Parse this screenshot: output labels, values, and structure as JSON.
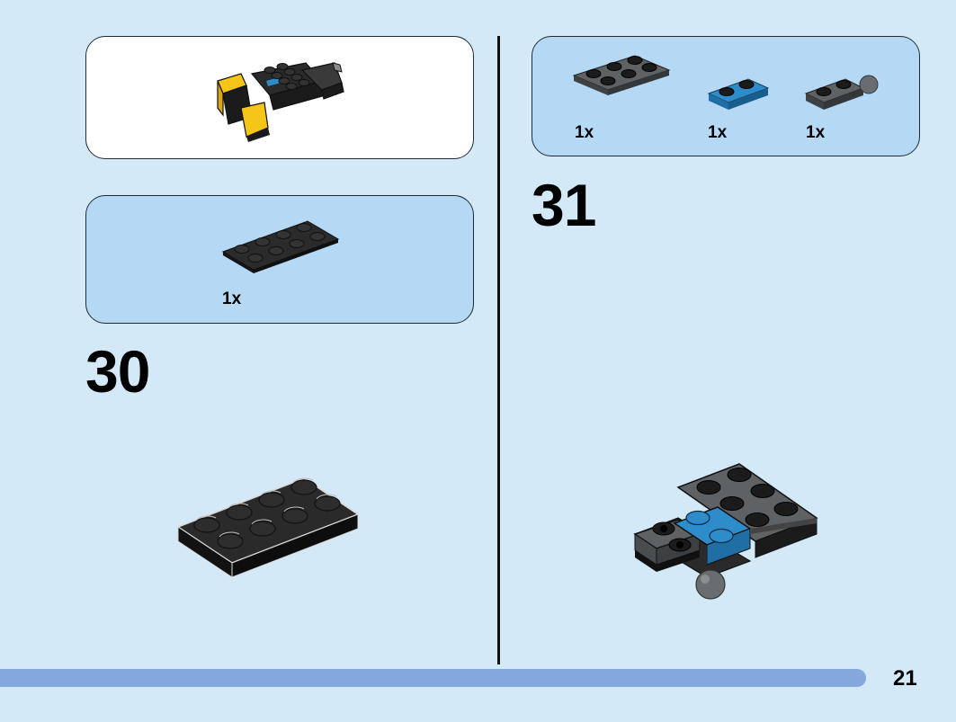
{
  "steps": {
    "left": {
      "number": "30",
      "parts": [
        {
          "qty": "1x",
          "part": "black-plate-2x4"
        }
      ]
    },
    "right": {
      "number": "31",
      "parts": [
        {
          "qty": "1x",
          "part": "dark-gray-plate-2x3"
        },
        {
          "qty": "1x",
          "part": "blue-plate-1x2"
        },
        {
          "qty": "1x",
          "part": "dark-gray-plate-1x2-with-ball"
        }
      ]
    }
  },
  "page": {
    "number": "21"
  },
  "colors": {
    "background": "#d4e9f8",
    "parts_box": "#b5d8f5",
    "progress_bar": "#84a8dc",
    "brick_black": "#1b1b1b",
    "brick_dark_gray": "#5f6265",
    "brick_blue": "#2f8ccb",
    "brick_yellow": "#f5c518"
  }
}
